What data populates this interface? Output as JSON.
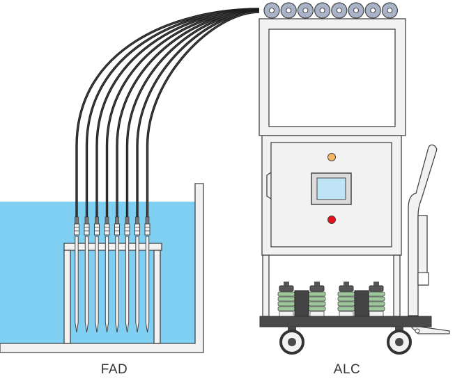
{
  "labels": {
    "fad": "FAD",
    "alc": "ALC"
  },
  "colors": {
    "water": "#7fcff3",
    "outline": "#444444",
    "cabinet": "#f2f2f2",
    "screen": "#bfe4f6",
    "lamp_orange": "#f5b662",
    "lamp_red": "#e8101a",
    "filter_green": "#9fc79c"
  },
  "equipment": {
    "probe_count": 8,
    "connector_count": 8,
    "filter_units": 4
  }
}
